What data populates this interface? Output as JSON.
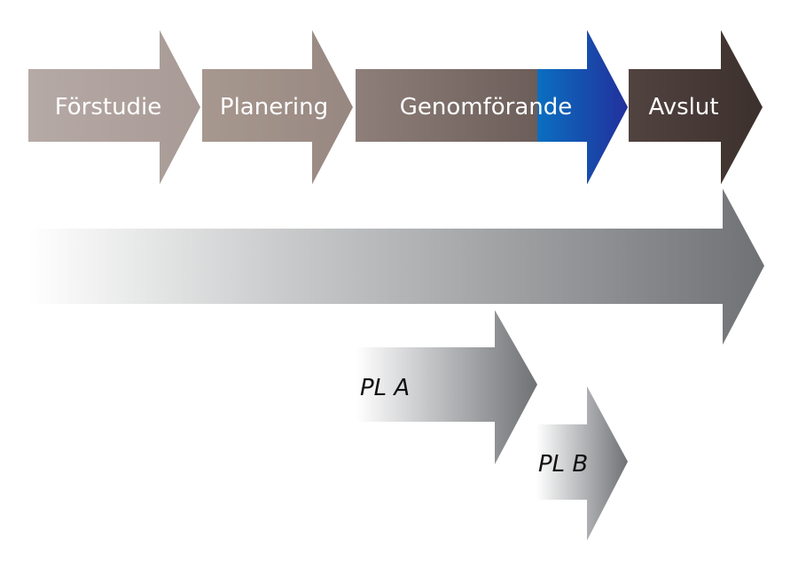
{
  "phases": [
    {
      "label": "Förstudie"
    },
    {
      "label": "Planering"
    },
    {
      "label": "Genomförande"
    },
    {
      "label": "Avslut"
    }
  ],
  "project_leaders": [
    {
      "label": "PL  A"
    },
    {
      "label": "PL  B"
    }
  ],
  "colors": {
    "forstudie": "#b2a5a1",
    "planering": "#a3938e",
    "genomforande_start": "#8e7f7a",
    "genomforande_end": "#5b4d49",
    "accent_blue_start": "#0070c0",
    "accent_blue_end": "#1f2f9a",
    "avslut": "#4a3d3a",
    "long_arrow_start": "#ffffff",
    "long_arrow_end": "#76787b",
    "pl_arrow_start": "#ffffff",
    "pl_arrow_end": "#6f7174"
  }
}
